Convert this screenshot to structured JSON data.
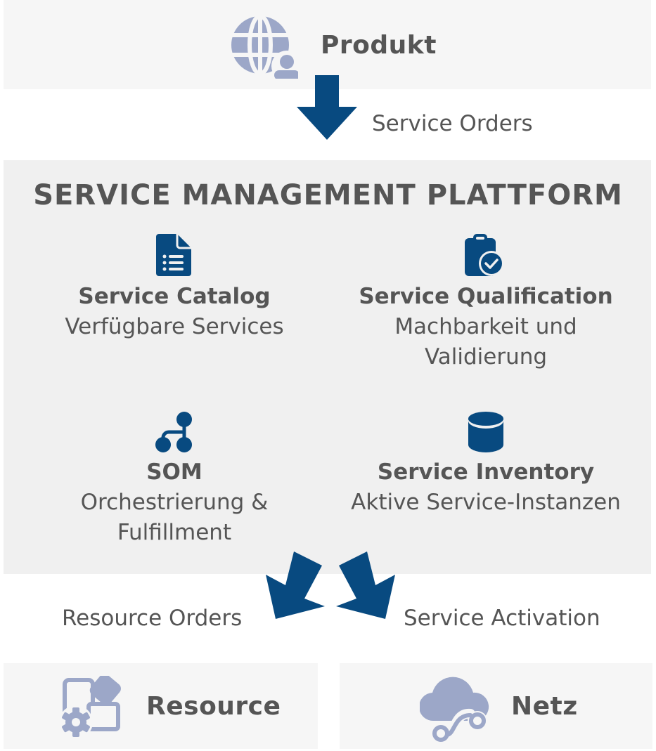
{
  "colors": {
    "accent": "#084a80",
    "icon_muted": "#9ca7c8",
    "text": "#555555",
    "panel": "#f0f0f0",
    "box": "#f6f6f6"
  },
  "top": {
    "label": "Produkt",
    "icon": "globe-user-icon"
  },
  "service_orders_label": "Service Orders",
  "platform": {
    "title": "SERVICE MANAGEMENT PLATTFORM",
    "components": [
      {
        "title": "Service Catalog",
        "desc": [
          "Verfügbare Services"
        ],
        "icon": "document-list-icon"
      },
      {
        "title": "Service Qualification",
        "desc": [
          "Machbarkeit und",
          "Validierung"
        ],
        "icon": "clipboard-check-icon"
      },
      {
        "title": "SOM",
        "desc": [
          "Orchestrierung &",
          "Fulfillment"
        ],
        "icon": "flow-nodes-icon"
      },
      {
        "title": "Service Inventory",
        "desc": [
          "Aktive Service-Instanzen"
        ],
        "icon": "database-icon"
      }
    ]
  },
  "resource_orders_label": "Resource Orders",
  "service_activation_label": "Service Activation",
  "bottom": {
    "resource": {
      "label": "Resource",
      "icon": "shapes-gear-icon"
    },
    "netz": {
      "label": "Netz",
      "icon": "cloud-connection-icon"
    }
  }
}
